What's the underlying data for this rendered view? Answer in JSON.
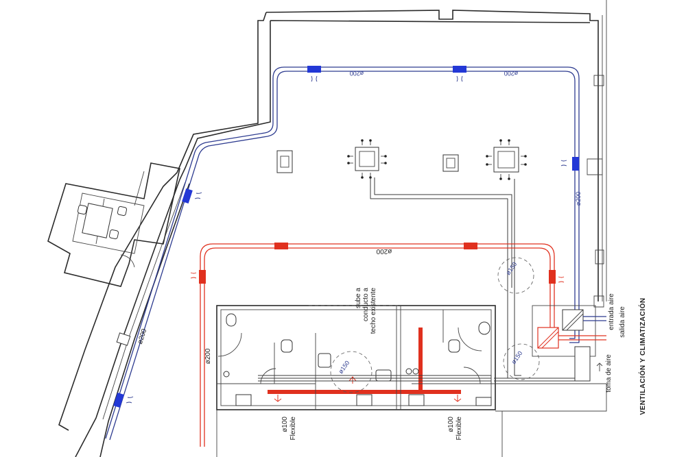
{
  "drawing": {
    "title": "VENTILACIÓN Y CLIMATIZACIÓN",
    "colors": {
      "supply_blue": "#2c3a8f",
      "diffuser_blue": "#2338d6",
      "return_red": "#e0301e",
      "wall": "#2a2a2a",
      "background": "#ffffff"
    },
    "labels": {
      "diam_200": "ø200",
      "diam_150": "ø150",
      "diam_100": "ø100",
      "flexible": "Flexible",
      "sube_1": "sube a",
      "sube_2": "conducto a",
      "sube_3": "techo existente",
      "entrada_aire": "entrada aire",
      "salida_aire": "salida aire",
      "toma_de_aire": "toma de aire"
    }
  }
}
